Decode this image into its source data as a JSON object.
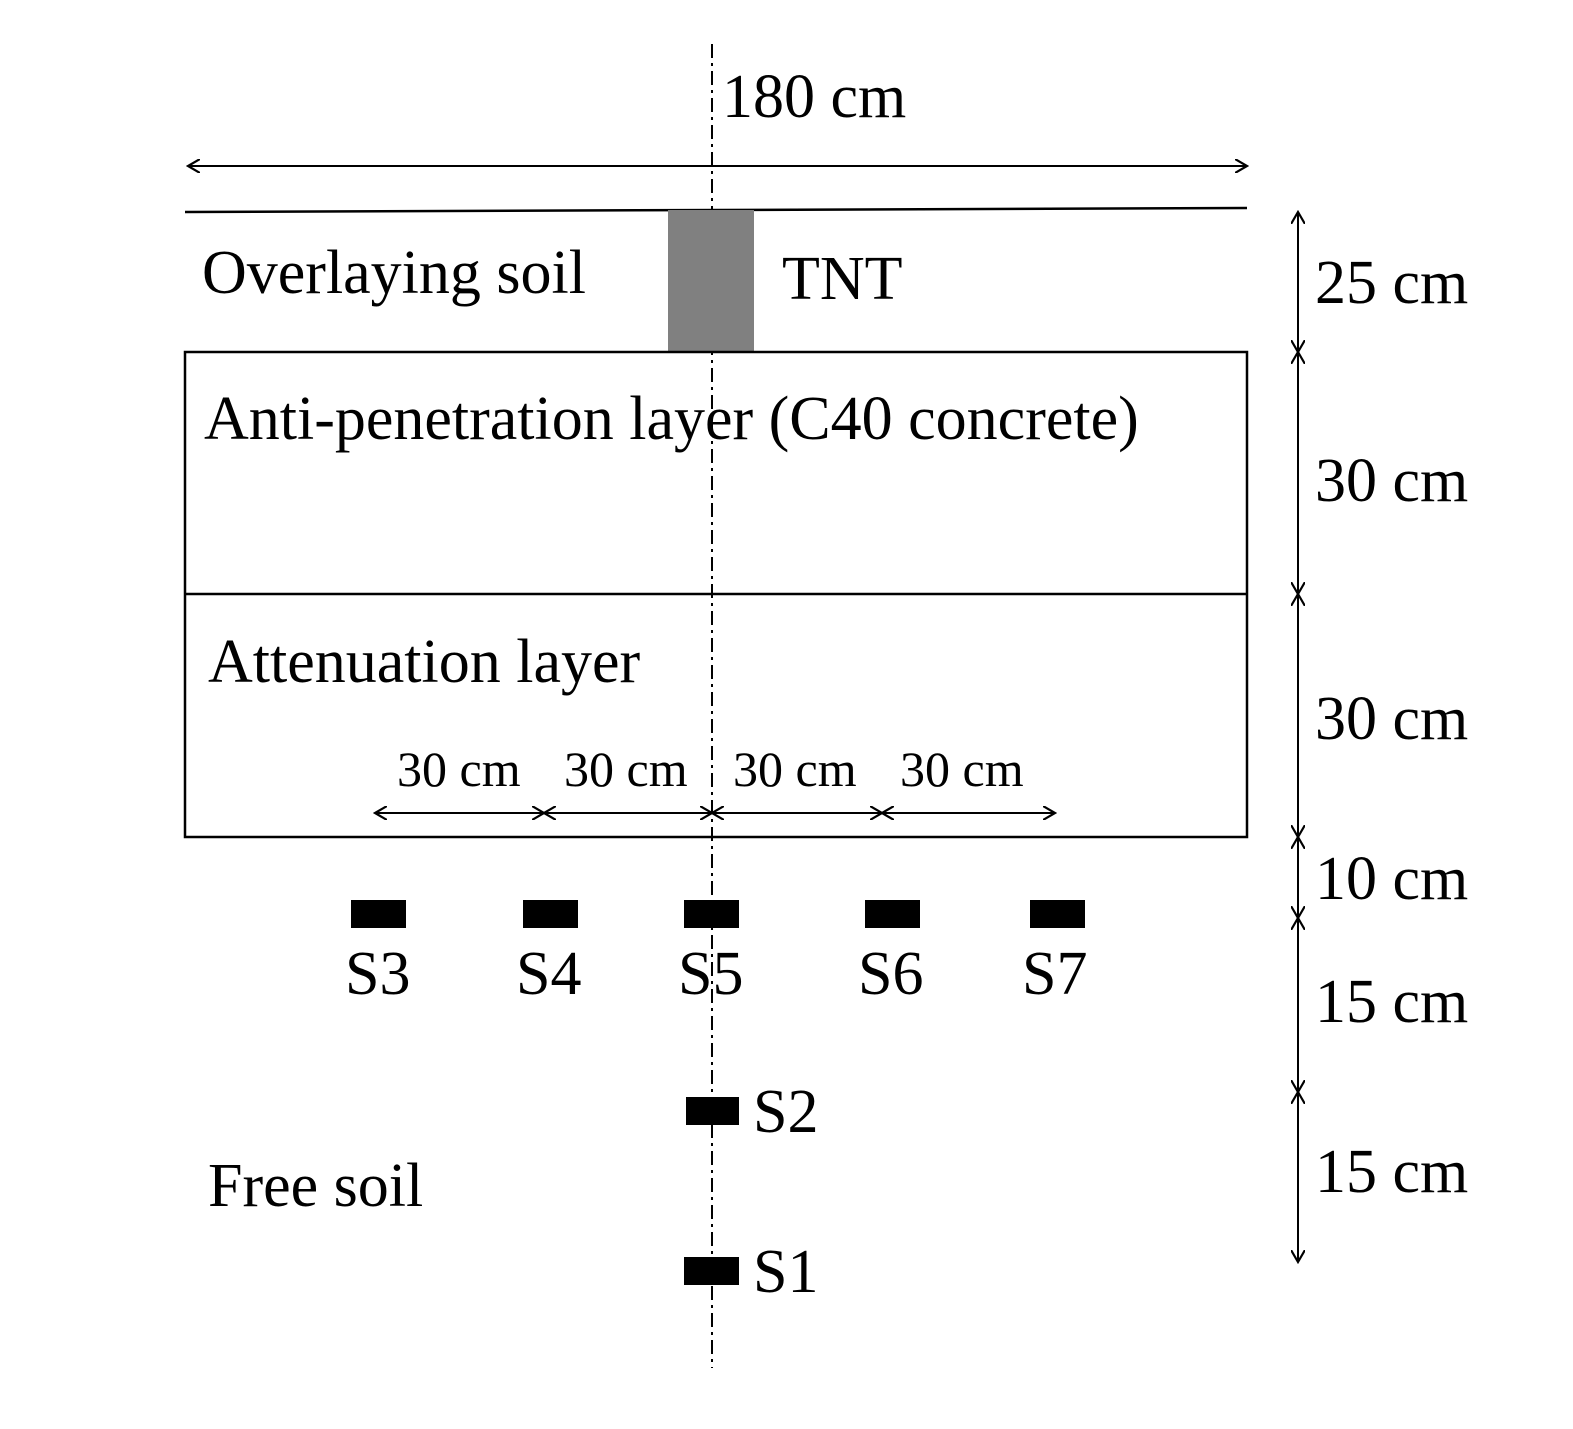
{
  "colors": {
    "line": "#000000",
    "tnt_fill": "#808080",
    "sensor_fill": "#000000",
    "background": "#ffffff"
  },
  "dimensions": {
    "width_label": "180 cm",
    "right_labels": [
      "25 cm",
      "30 cm",
      "30 cm",
      "10 cm",
      "15 cm",
      "15 cm"
    ],
    "spacing_labels": [
      "30 cm",
      "30 cm",
      "30 cm",
      "30 cm"
    ]
  },
  "layers": {
    "overlaying_soil": "Overlaying soil",
    "tnt": "TNT",
    "anti_penetration": "Anti-penetration layer (C40 concrete)",
    "attenuation": "Attenuation layer",
    "free_soil": "Free soil"
  },
  "sensors": [
    "S1",
    "S2",
    "S3",
    "S4",
    "S5",
    "S6",
    "S7"
  ]
}
